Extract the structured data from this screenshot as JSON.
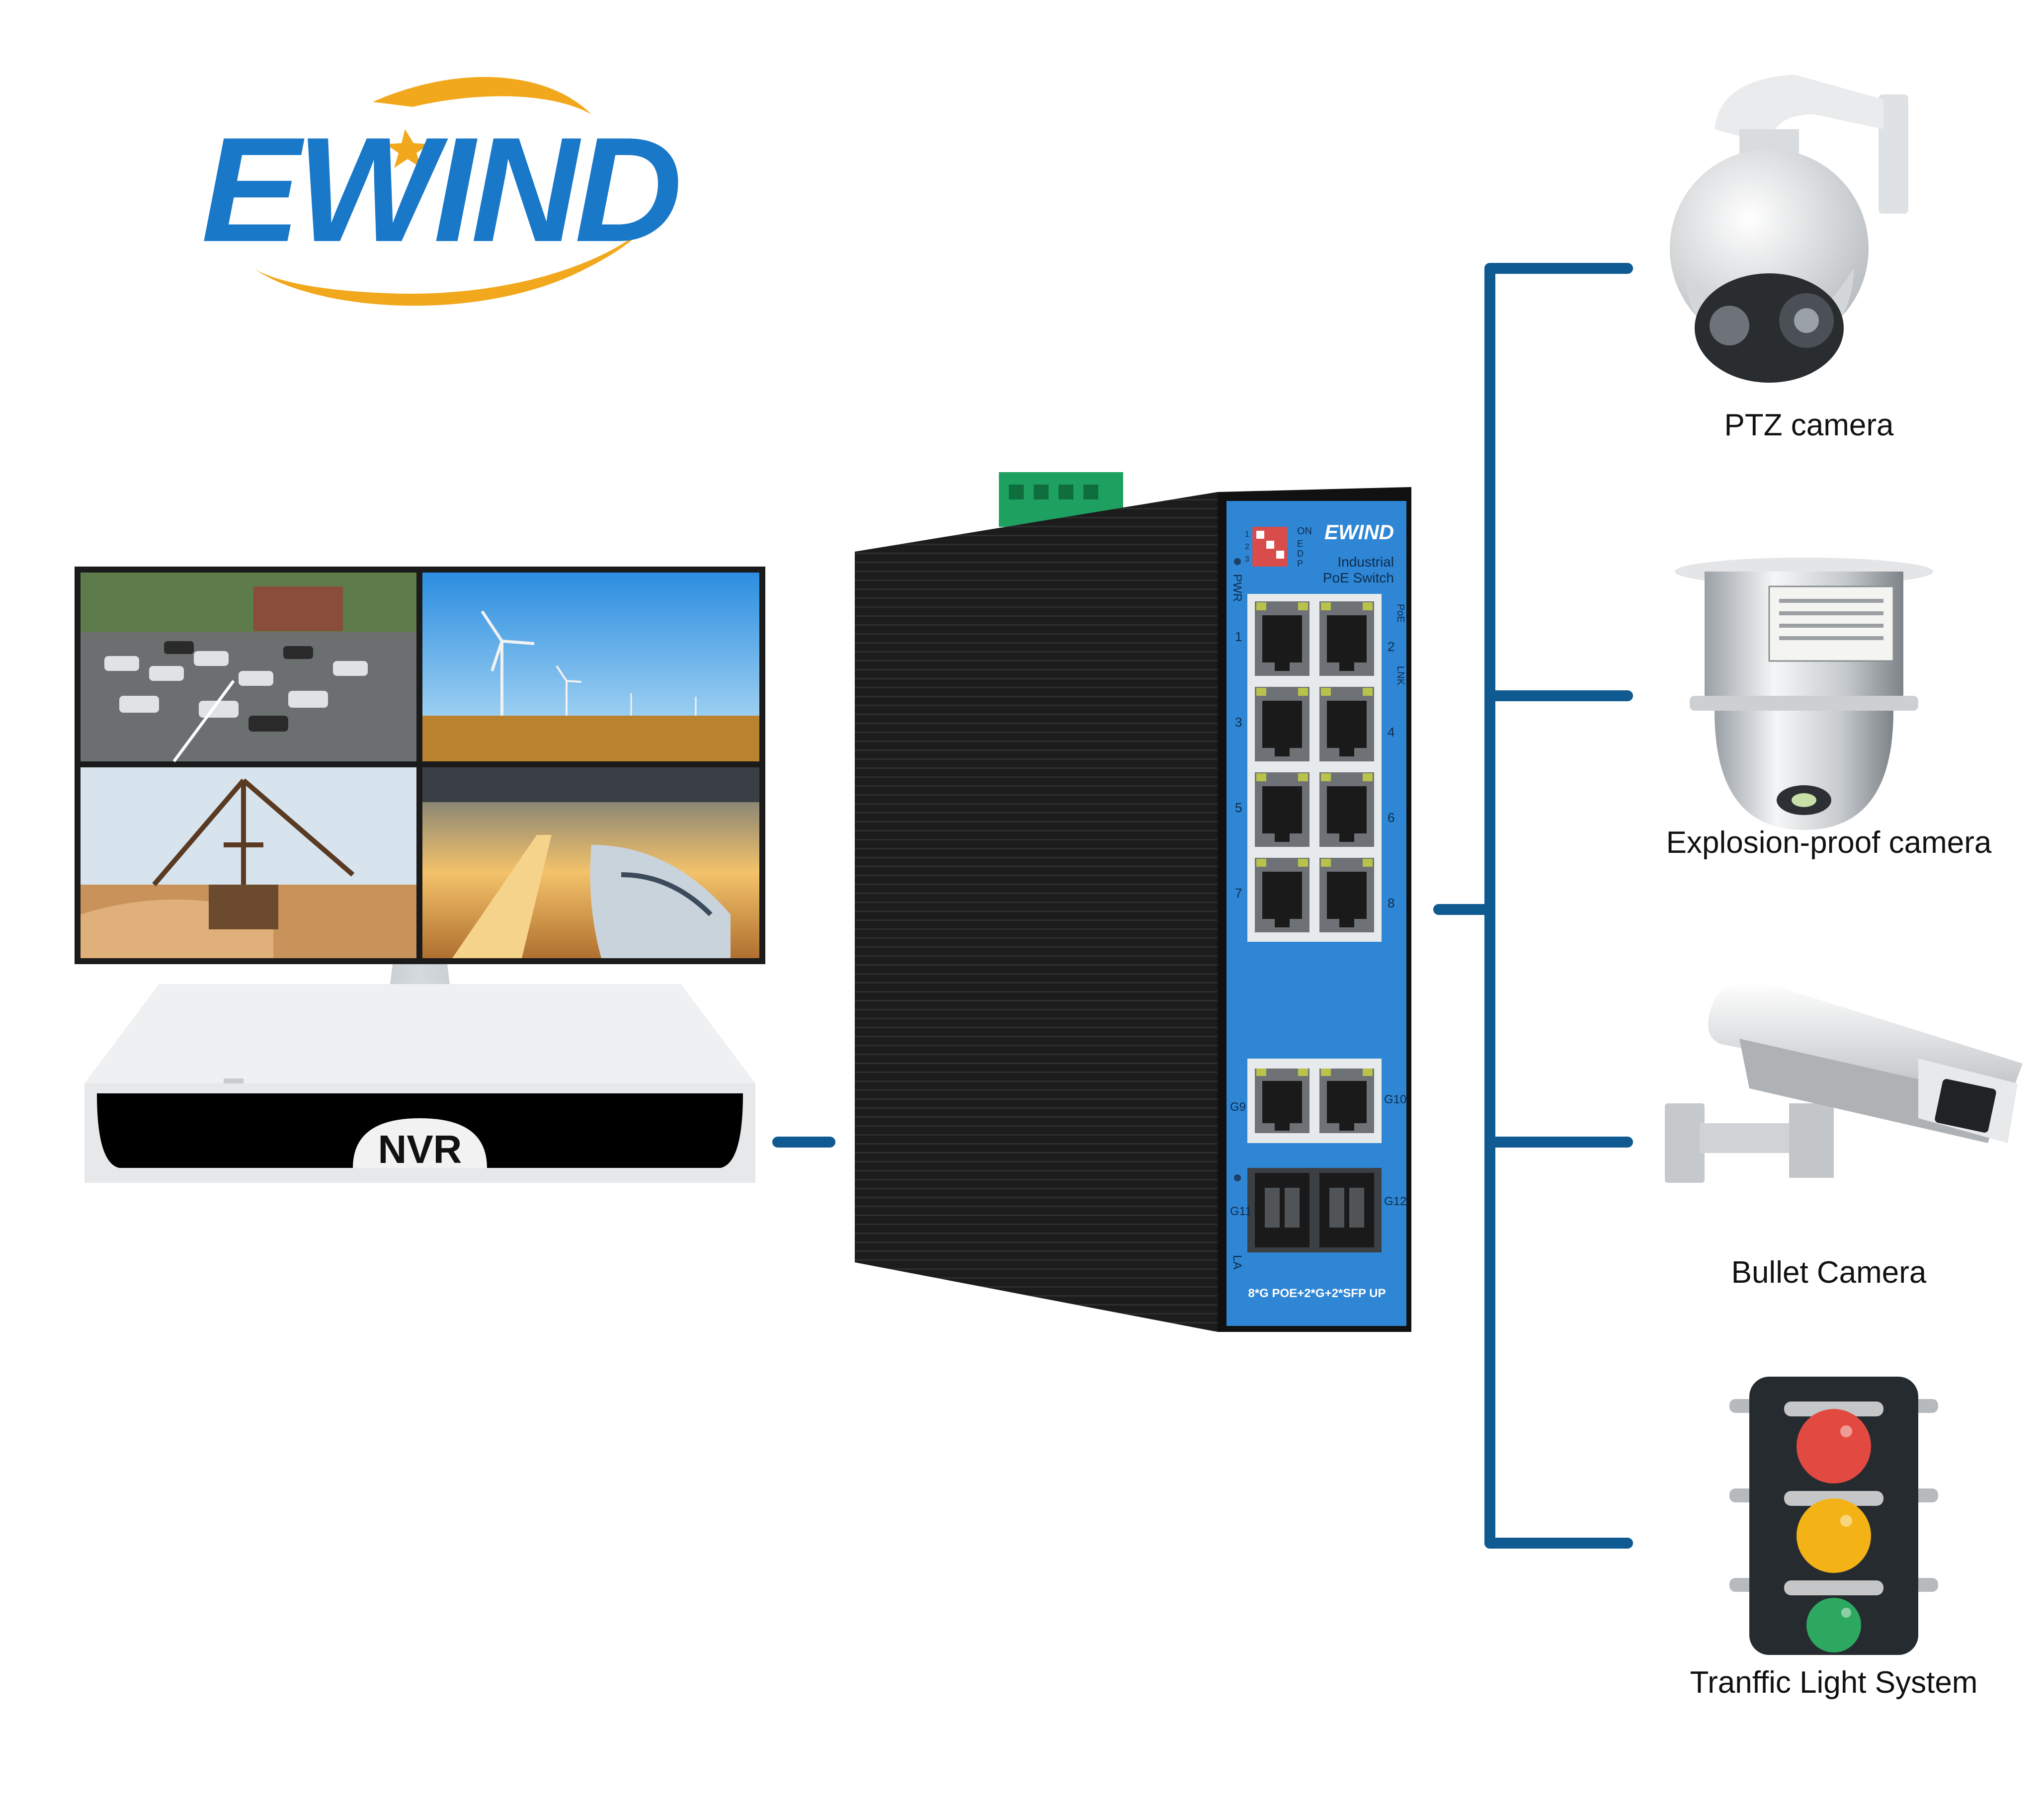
{
  "brand": {
    "logo_text": "EWIND",
    "colors": {
      "blue": "#1a78c8",
      "gold": "#f2a81d"
    }
  },
  "monitor": {
    "nvr_label": "NVR",
    "panels": [
      "parking-lot",
      "wind-farm",
      "mining-excavator",
      "railway-station"
    ]
  },
  "switch": {
    "brand_label": "EWIND",
    "product_line1": "Industrial",
    "product_line2": "PoE  Switch",
    "pwr_label": "PWR",
    "poe_label": "PoE",
    "link_label": "LNK",
    "la_label": "LA",
    "dip_on": "ON",
    "dip_numbers": [
      "1",
      "2",
      "3"
    ],
    "dip_letters": [
      "E",
      "D",
      "P"
    ],
    "port_numbers_left": [
      "1",
      "3",
      "5",
      "7"
    ],
    "port_numbers_right": [
      "2",
      "4",
      "6",
      "8"
    ],
    "uplink_left": "G9",
    "uplink_right": "G10",
    "sfp_left": "G11",
    "sfp_right": "G12",
    "spec": "8*G POE+2*G+2*SFP UP",
    "colors": {
      "panel": "#2f86d4",
      "body": "#1a1a1a"
    }
  },
  "devices": [
    {
      "name": "PTZ camera",
      "icon": "ptz-camera-icon"
    },
    {
      "name": "Explosion-proof camera",
      "icon": "explosion-proof-camera-icon"
    },
    {
      "name": "Bullet Camera",
      "icon": "bullet-camera-icon"
    },
    {
      "name": "Tranffic Light System",
      "icon": "traffic-light-icon"
    }
  ],
  "wiring_color": "#0f5a91"
}
